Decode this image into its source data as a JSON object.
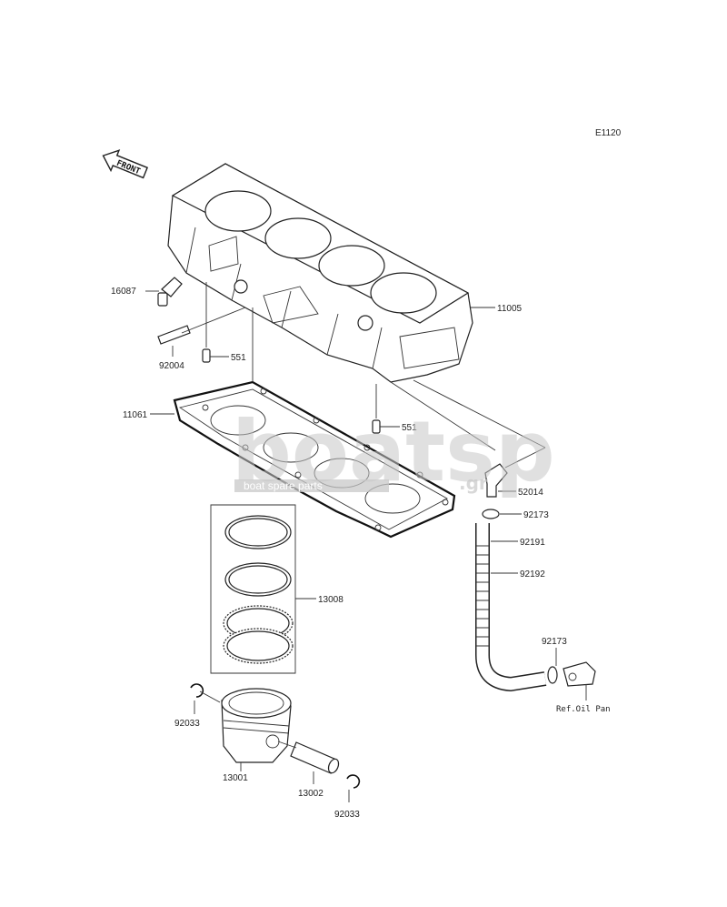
{
  "diagram": {
    "code": "E1120",
    "front_label": "FRONT",
    "ref_note": "Ref.Oil Pan",
    "watermark": {
      "brand": "boatsp",
      "suffix": ".gr",
      "tagline": "boat spare parts"
    },
    "labels": {
      "p16087": "16087",
      "p92004": "92004",
      "p551a": "551",
      "p11061": "11061",
      "p11005": "11005",
      "p551b": "551",
      "p52014": "52014",
      "p92173a": "92173",
      "p92191": "92191",
      "p92192": "92192",
      "p13008": "13008",
      "p92173b": "92173",
      "p92033a": "92033",
      "p13001": "13001",
      "p13002": "13002",
      "p92033b": "92033"
    }
  }
}
